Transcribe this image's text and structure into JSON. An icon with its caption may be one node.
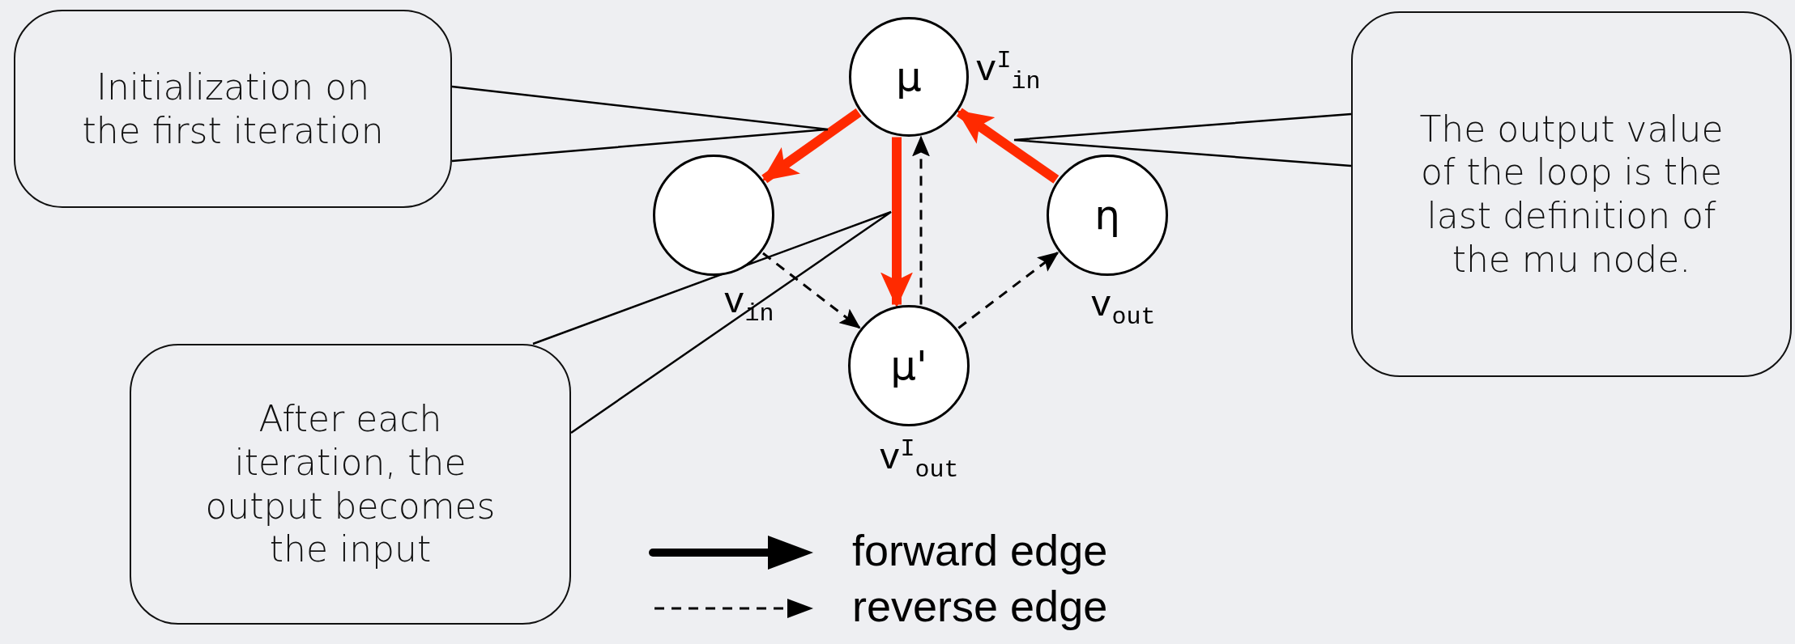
{
  "diagram": {
    "nodes": [
      {
        "text": [
          "Initialization on the first iteration"
        ]
      },
      {
        "text": [
          "μ"
        ],
        "beside": [
          "v$^{I}$$_{in}$"
        ]
      },
      {
        "text": [
          "The output value of the loop is the last definition of the mu node."
        ]
      },
      {
        "text": [],
        "shape": "circle",
        "beside": [
          "v$_{in}$"
        ]
      },
      {
        "text": [
          "η"
        ],
        "beside": [
          "v$_{out}$"
        ]
      },
      {
        "text": [
          "μ'"
        ],
        "beside": [
          "v$^{I}$$_{out}$"
        ]
      },
      {
        "text": [
          "After each iteration, the output becomes the input"
        ]
      }
    ],
    "edges": [
      {
        "from": 1,
        "to": 3,
        "arrow": "to",
        "style": "thick",
        "color": "#ff2a00"
      },
      {
        "from": 1,
        "to": 5,
        "arrow": "to",
        "style": "thick",
        "color": "#ff2a00"
      },
      {
        "from": 5,
        "to": 1,
        "arrow": "to",
        "style": "dashed"
      },
      {
        "from": 3,
        "to": 5,
        "arrow": "to",
        "style": "dashed"
      },
      {
        "from": 5,
        "to": 4,
        "arrow": "to",
        "style": "dashed"
      },
      {
        "from": 4,
        "to": 1,
        "arrow": "to",
        "style": "thick",
        "color": "#ff2a00"
      },
      {
        "from": 0,
        "to": null,
        "arrow": "none"
      },
      {
        "from": 2,
        "to": null,
        "arrow": "none"
      },
      {
        "from": 6,
        "to": null,
        "arrow": "none"
      }
    ],
    "legend": [
      {
        "text": "forward edge"
      },
      {
        "text": "reverse edge"
      }
    ]
  }
}
